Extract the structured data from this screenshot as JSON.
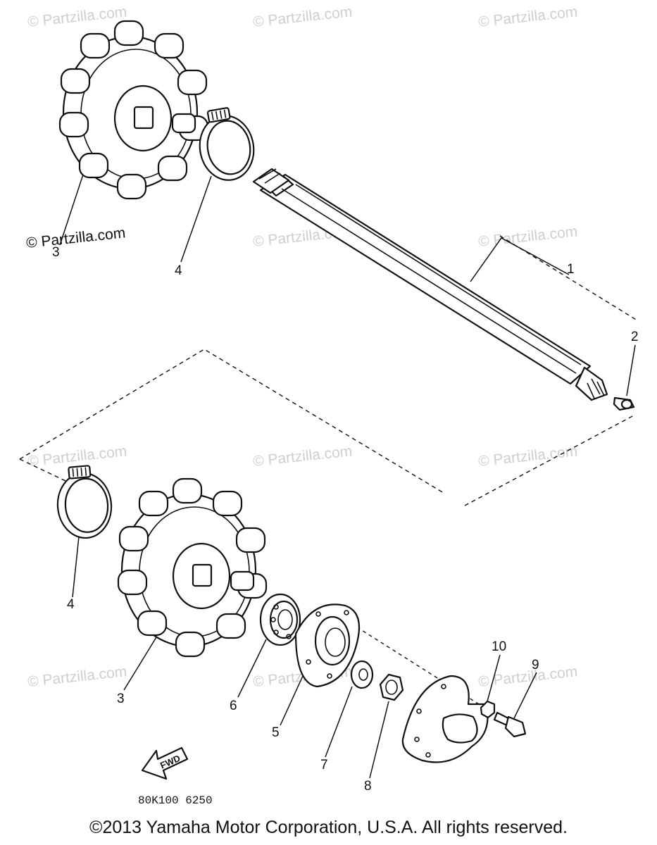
{
  "watermark": "© Partzilla.com",
  "callouts": {
    "c1": "1",
    "c2": "2",
    "c3_top": "3",
    "c4_top": "4",
    "c4_bottom": "4",
    "c3_bottom": "3",
    "c6": "6",
    "c5": "5",
    "c7": "7",
    "c8": "8",
    "c10": "10",
    "c9": "9"
  },
  "fwd_label": "FWD",
  "diagram_code": "80K100 6250",
  "copyright": "©2013  Yamaha Motor Corporation, U.S.A. All rights reserved."
}
